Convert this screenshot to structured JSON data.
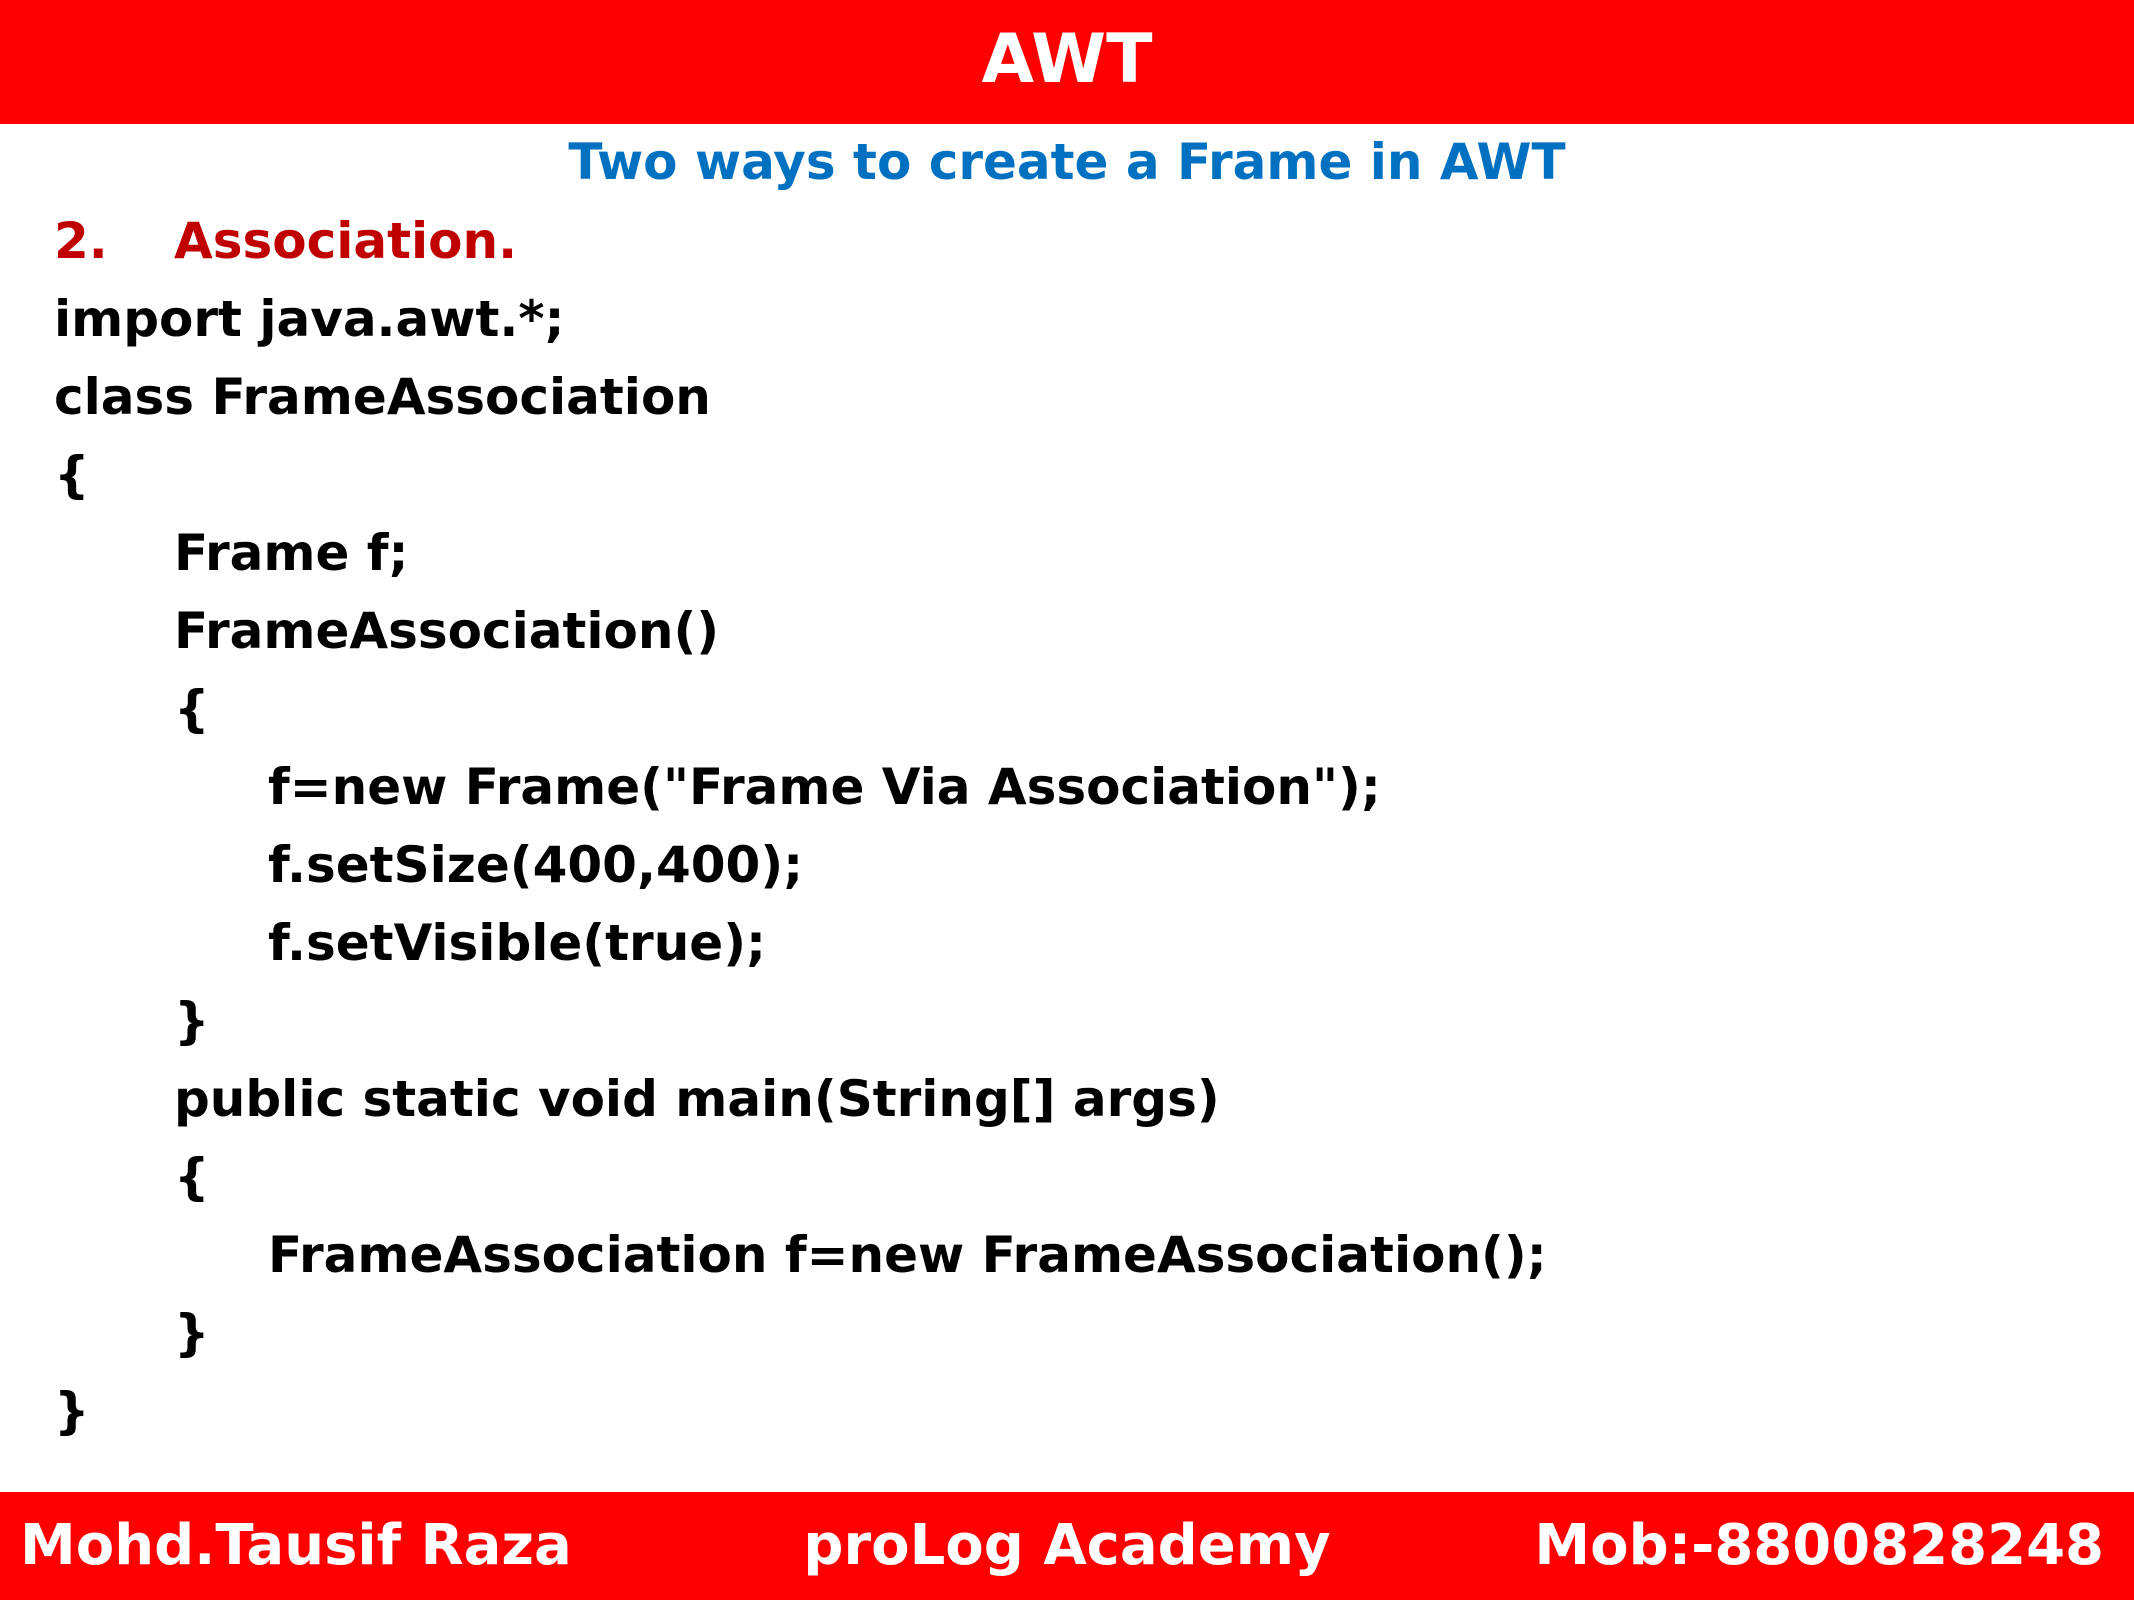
{
  "header": {
    "title": "AWT",
    "color": "#ff0000"
  },
  "subtitle": "Two ways to create a Frame in AWT",
  "section": {
    "number": "2.",
    "label": "Association."
  },
  "code_lines": [
    "import java.awt.*;",
    "class FrameAssociation",
    "{",
    "Frame f;",
    "FrameAssociation()",
    "{",
    "f=new Frame(\"Frame Via Association\");",
    "f.setSize(400,400);",
    "f.setVisible(true);",
    "}",
    "public static void main(String[] args)",
    "{",
    "FrameAssociation f=new FrameAssociation();",
    "}",
    "}"
  ],
  "footer": {
    "author": "Mohd.Tausif Raza",
    "academy": "proLog Academy",
    "mobile": "Mob:-8800828248"
  },
  "colors": {
    "bar": "#ff0000",
    "subtitle": "#0070c0",
    "heading": "#c00000",
    "code": "#000000"
  }
}
